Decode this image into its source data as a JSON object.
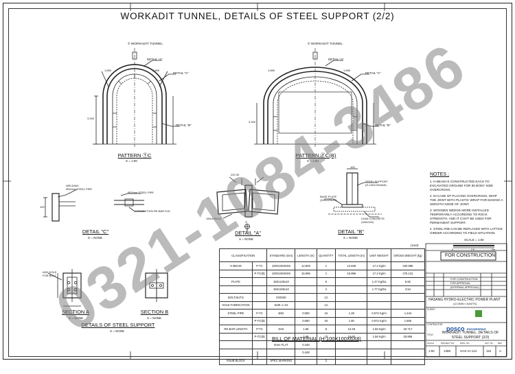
{
  "title": "WORKADIT TUNNEL, DETAILS OF STEEL SUPPORT (2/2)",
  "pattern_tc": {
    "caption": "PATTERN ⓉC",
    "scale": "S = 1:50",
    "top_label": "© WORKADIT TUNNEL",
    "detail_a": "DETAIL \"A\"",
    "detail_c": "DETAIL \"C\"",
    "detail_b": "DETAIL \"B\"",
    "dims": [
      "1,665",
      "1,665",
      "1,980",
      "1,980",
      "3,340",
      "3,140"
    ]
  },
  "pattern_tcb": {
    "caption": "PATTERN ⓉC(B)",
    "scale": "S = 1:50",
    "top_label": "© WORKADIT TUNNEL",
    "detail_a": "DETAIL \"A\"",
    "detail_c": "DETAIL \"C\"",
    "detail_b": "DETAIL \"B\"",
    "dims": [
      "1,665",
      "1,665",
      "1,980",
      "1,980",
      "3,340",
      "3,140"
    ]
  },
  "detail_c": {
    "caption": "DETAIL \"C\"",
    "scale": "S = NONE",
    "labels": [
      "WELDING",
      "Ø32mm STEEL PIPE",
      "Ø32mm STEEL PIPE",
      "CONNECTION RE-BAR D16",
      "100",
      "50"
    ]
  },
  "detail_a": {
    "caption": "DETAIL \"A\"",
    "scale": "S = NONE",
    "labels": [
      "220 30",
      "H-100x100x6x8",
      "A",
      "A",
      "150x125x10"
    ]
  },
  "detail_b": {
    "caption": "DETAIL \"B\"",
    "scale": "S = NONE",
    "labels": [
      "100",
      "STEEL SUPPORT",
      "(H-100x100x6x8)",
      "BASE PLATE",
      "(150x125x10)",
      "LEAN CONCRETE",
      "(150x100)"
    ]
  },
  "section_a": {
    "caption": "SECTION A",
    "scale": "S = NONE",
    "labels": [
      "ADD HOLE",
      "FOR BOLT",
      "100",
      "50"
    ]
  },
  "section_b": {
    "caption": "SECTION B",
    "scale": "S = NONE"
  },
  "details_steel": {
    "caption": "DETAILS OF STEEL SUPPORT",
    "scale": "S = NONE"
  },
  "bom": {
    "caption": "BILL OF MATERIAL (H-100X100X6X8)",
    "unit_note": "(1set)",
    "headers": [
      "CLASSIFICATION",
      "STANDARD (mm)",
      "LENGTH (m)",
      "QUANTITY",
      "TOTAL LENGTH (m)",
      "UNIT WEIGHT",
      "GROSS WEIGHT (kg)"
    ],
    "rows": [
      [
        "H-BEAM",
        "P-TC",
        "100X100X6X8",
        "12.848",
        "1",
        "12.848",
        "17.2 Kg/m",
        "220.986"
      ],
      [
        "",
        "P-TC(B)",
        "100X100X6X8",
        "15.996",
        "1",
        "15.996",
        "17.2 Kg/m",
        "275.131"
      ],
      [
        "PLATE",
        "",
        "150x125x10",
        "",
        "6",
        "",
        "1.47 Kg/Ea",
        "8.82"
      ],
      [
        "",
        "",
        "150x150x10",
        "",
        "2",
        "",
        "1.77 Kg/Ea",
        "3.54"
      ],
      [
        "BOLT,NUTS",
        "",
        "#20X50",
        "",
        "12",
        "",
        "",
        ""
      ],
      [
        "HOLE FABRICATION",
        "",
        "SIZE 1~10",
        "",
        "12",
        "",
        "",
        ""
      ],
      [
        "STEEL PIPE",
        "P-TC",
        "Ø32",
        "0.080",
        "16",
        "1.28",
        "0.972 Kg/m",
        "1.244"
      ],
      [
        "",
        "P-TC(B)",
        "",
        "0.080",
        "20",
        "1.60",
        "0.972 Kg/m",
        "1.555"
      ],
      [
        "RE-BAR LENGTH",
        "P-TC",
        "D16",
        "1.66",
        "8",
        "13.28",
        "1.56 Kg/m",
        "20.717"
      ],
      [
        "",
        "P-TC(B)",
        "",
        "1.66",
        "10",
        "16.60",
        "1.56 Kg/m",
        "25.896"
      ],
      [
        "",
        "",
        "5mm FLAT",
        "0.448",
        "",
        "",
        "",
        ""
      ],
      [
        "",
        "",
        "",
        "0.448",
        "",
        "",
        "",
        ""
      ],
      [
        "SNUB BLOCK",
        "",
        "SPEC MARKING",
        "",
        "2",
        "",
        "",
        ""
      ]
    ]
  },
  "notes": {
    "title": "NOTES ;",
    "items": [
      "1. H-BEAM IS CONSTRUCTED EACH TO EXCAVATED GROUND FOR 80 BODY SIDE OVERCROSS.",
      "2. IN CASE OF PLACING OVERCROSS, WHIP THE JOINT WITH PLASTIC WRAP FOR MAKING A SMOOTH NODE OF JOINT.",
      "3. WOODEN WEDGE MORE INSTALLED TEMPORARILY ACCORDING TO ROCK STRENGTH, AND IT CAN'T BE USED FOR PERMANENT SUPPORT.",
      "4. STEEL-RIB CAN BE REPLACED WITH LATTICE GIRDER ACCORDING TO FIELD SITUATION."
    ]
  },
  "title_block": {
    "scale_label": "SCALE = 1:50",
    "scale_ticks": [
      "0",
      "2.5",
      "5m"
    ],
    "stamp": "FOR CONSTRUCTION",
    "rev_rows": [
      "FOR CONSTRUCTION",
      "FOR APPROVAL",
      "(INTERNAL APPROVAL)"
    ],
    "project": "HASANG HYDRO-ELECTRIC POWER PLANT",
    "project_sub": "(12.0MW x 3UNITS)",
    "client_label": "CLIENT",
    "contractor_label": "CONTRACTOR",
    "logo": "posco",
    "logo_sub": "ENGINEERING",
    "dwg_title_label": "TITLE",
    "dwg_title": "WORKADIT TUNNEL, DETAILS OF STEEL SUPPORT (2/2)",
    "bottom_headers": [
      "SCALE",
      "PROJECT NO.",
      "DWG. NO.",
      "SHT. NO.",
      "REV."
    ],
    "bottom_values": [
      "1:50",
      "1388",
      "HAS-CI-124",
      "116",
      "A"
    ]
  },
  "watermark": "0321-1084-3486"
}
